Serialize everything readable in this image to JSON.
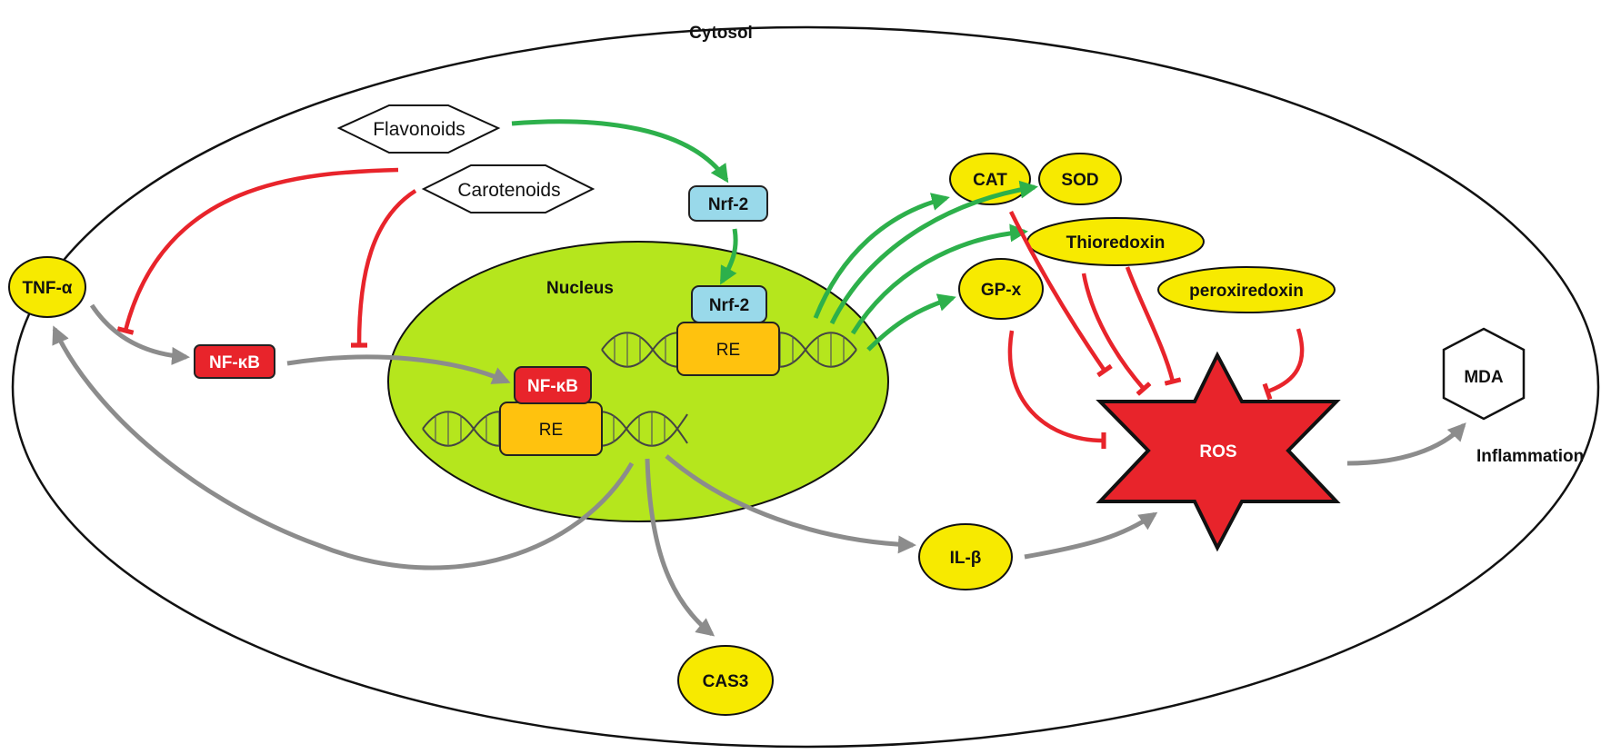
{
  "compartments": {
    "cytosol": "Cytosol",
    "nucleus": "Nucleus"
  },
  "compounds": {
    "flavonoids": "Flavonoids",
    "carotenoids": "Carotenoids",
    "mda": "MDA"
  },
  "proteins": {
    "nrf2_cyto": "Nrf-2",
    "nrf2_nuc": "Nrf-2",
    "nfkb_cyto": "NF-κB",
    "nfkb_nuc": "NF-κB",
    "re_top": "RE",
    "re_bottom": "RE"
  },
  "enzymes": {
    "cat": "CAT",
    "sod": "SOD",
    "thioredoxin": "Thioredoxin",
    "gpx": "GP-x",
    "peroxiredoxin": "peroxiredoxin"
  },
  "mediators": {
    "tnf": "TNF-α",
    "il": "IL-β",
    "cas3": "CAS3",
    "ros": "ROS",
    "inflammation": "Inflammation"
  },
  "colors": {
    "activation": "#2db04b",
    "inhibition": "#e8242b",
    "pathway": "#8c8c8c",
    "nucleus_fill": "#b5e61d",
    "enzyme_fill": "#f7ea00",
    "nrf2_fill": "#99d9ea",
    "nfkb_fill": "#e8242b",
    "re_fill": "#ffc20e",
    "ros_fill": "#e8242b"
  }
}
